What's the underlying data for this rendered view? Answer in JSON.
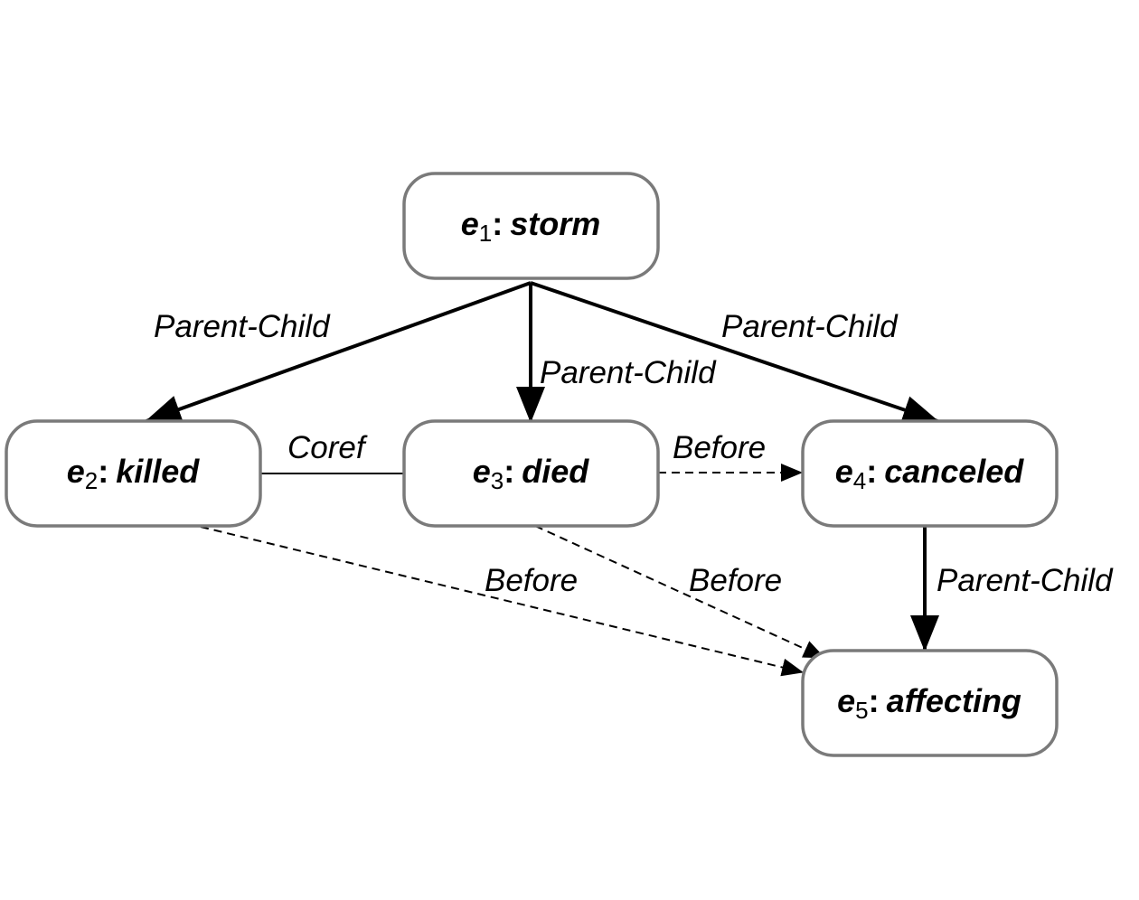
{
  "nodes": {
    "e1": {
      "id_letter": "e",
      "id_sub": "1",
      "sep": ":",
      "label": "storm"
    },
    "e2": {
      "id_letter": "e",
      "id_sub": "2",
      "sep": ":",
      "label": "killed"
    },
    "e3": {
      "id_letter": "e",
      "id_sub": "3",
      "sep": ":",
      "label": "died"
    },
    "e4": {
      "id_letter": "e",
      "id_sub": "4",
      "sep": ":",
      "label": "canceled"
    },
    "e5": {
      "id_letter": "e",
      "id_sub": "5",
      "sep": ":",
      "label": "affecting"
    }
  },
  "edges": {
    "e1_e2": {
      "label": "Parent-Child",
      "style": "solid-thick",
      "directed": true
    },
    "e1_e3": {
      "label": "Parent-Child",
      "style": "solid-thick",
      "directed": true
    },
    "e1_e4": {
      "label": "Parent-Child",
      "style": "solid-thick",
      "directed": true
    },
    "e4_e5": {
      "label": "Parent-Child",
      "style": "solid-thick",
      "directed": true
    },
    "e2_e3": {
      "label": "Coref",
      "style": "solid-thin",
      "directed": false
    },
    "e3_e4": {
      "label": "Before",
      "style": "dashed",
      "directed": true
    },
    "e2_e5": {
      "label": "Before",
      "style": "dashed",
      "directed": true
    },
    "e3_e5": {
      "label": "Before",
      "style": "dashed",
      "directed": true
    }
  },
  "colors": {
    "node_border": "#7a7a7a",
    "edge": "#000000",
    "background": "#ffffff"
  }
}
